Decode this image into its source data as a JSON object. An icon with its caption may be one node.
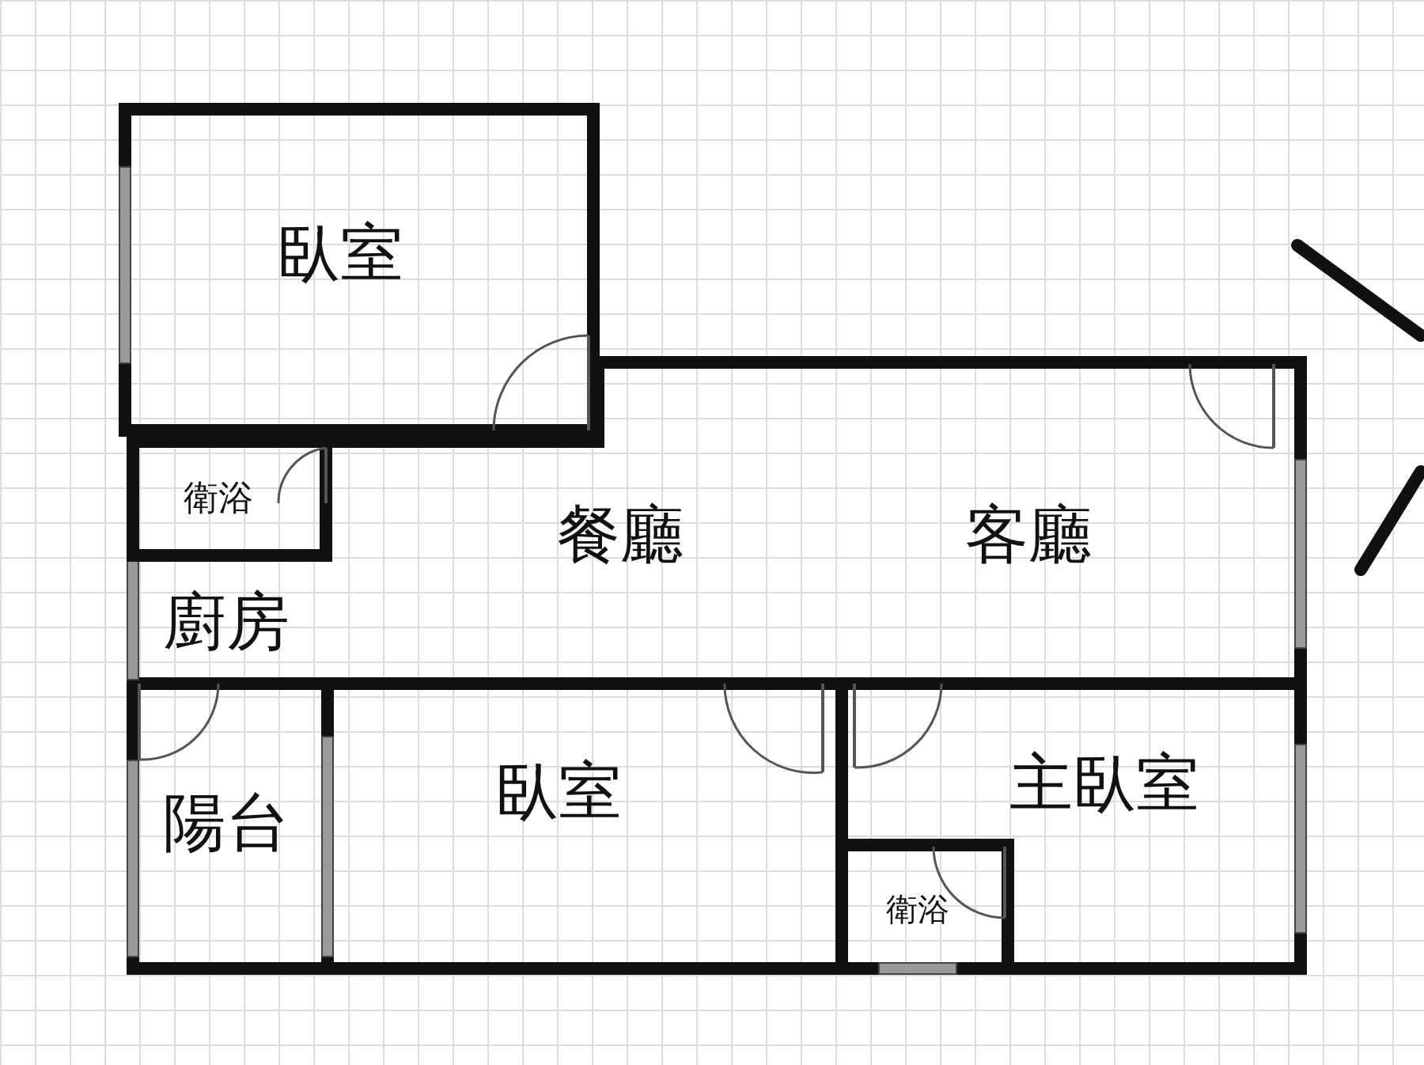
{
  "diagram": {
    "nodes": [
      {
        "text": [
          "臥室"
        ]
      },
      {
        "text": [
          "衛浴"
        ],
        "in": 2
      },
      {
        "text": [
          "餐廳",
          "客廳",
          "廚房"
        ]
      },
      {
        "text": [
          "陽台"
        ]
      },
      {
        "text": [
          "臥室"
        ]
      },
      {
        "text": [
          "主臥室"
        ]
      },
      {
        "text": [
          "衛浴"
        ],
        "in": 5
      }
    ]
  }
}
